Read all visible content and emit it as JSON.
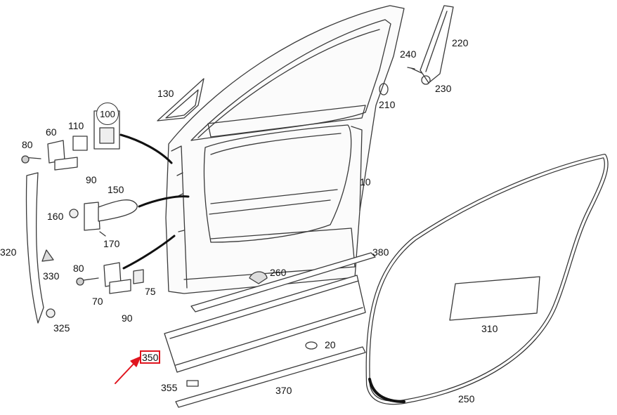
{
  "diagram": {
    "highlight_color": "#e0141e",
    "part_labels": [
      {
        "id": "p10",
        "text": "10"
      },
      {
        "id": "p20",
        "text": "20"
      },
      {
        "id": "p60",
        "text": "60"
      },
      {
        "id": "p70",
        "text": "70"
      },
      {
        "id": "p75",
        "text": "75"
      },
      {
        "id": "p80a",
        "text": "80"
      },
      {
        "id": "p80b",
        "text": "80"
      },
      {
        "id": "p90a",
        "text": "90"
      },
      {
        "id": "p90b",
        "text": "90"
      },
      {
        "id": "p100",
        "text": "100"
      },
      {
        "id": "p110",
        "text": "110"
      },
      {
        "id": "p130",
        "text": "130"
      },
      {
        "id": "p150",
        "text": "150"
      },
      {
        "id": "p160",
        "text": "160"
      },
      {
        "id": "p170",
        "text": "170"
      },
      {
        "id": "p210",
        "text": "210"
      },
      {
        "id": "p220",
        "text": "220"
      },
      {
        "id": "p230",
        "text": "230"
      },
      {
        "id": "p240",
        "text": "240"
      },
      {
        "id": "p250",
        "text": "250"
      },
      {
        "id": "p260",
        "text": "260"
      },
      {
        "id": "p310",
        "text": "310"
      },
      {
        "id": "p320",
        "text": "320"
      },
      {
        "id": "p325",
        "text": "325"
      },
      {
        "id": "p330",
        "text": "330"
      },
      {
        "id": "p350",
        "text": "350"
      },
      {
        "id": "p355",
        "text": "355"
      },
      {
        "id": "p370",
        "text": "370"
      },
      {
        "id": "p380",
        "text": "380"
      }
    ]
  }
}
